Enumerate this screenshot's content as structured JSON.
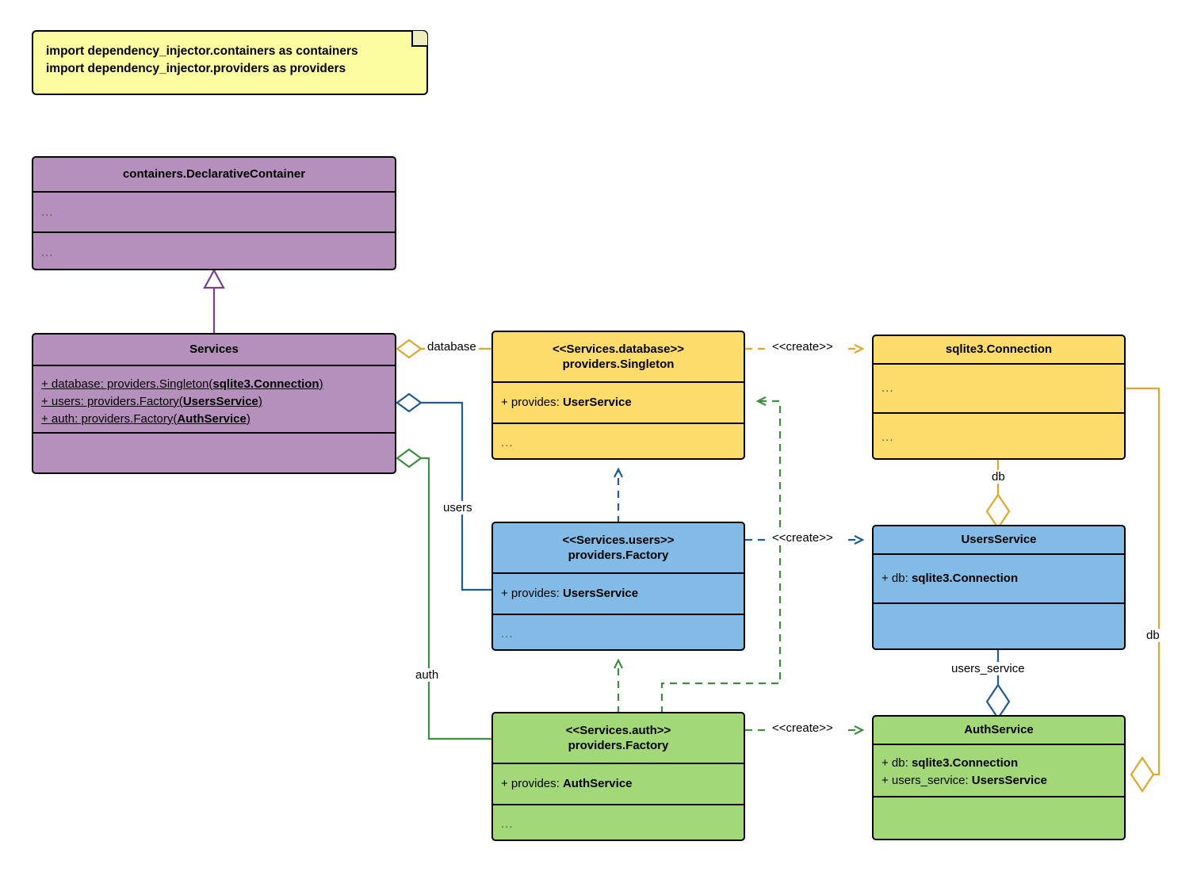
{
  "diagram": {
    "title": "dependency_injector containers UML class diagram",
    "type": "uml-class-diagram"
  },
  "note": {
    "line1": "import dependency_injector.containers as containers",
    "line2": "import dependency_injector.providers as providers"
  },
  "classes": {
    "declarative_container": {
      "name": "containers.DeclarativeContainer",
      "attributes": "...",
      "methods": "...",
      "color": "#B590BC"
    },
    "services": {
      "name": "Services",
      "attr1_prefix": "+ database: providers.Singleton(",
      "attr1_type": "sqlite3.Connection",
      "attr1_suffix": ")",
      "attr2_prefix": "+ users: providers.Factory(",
      "attr2_type": "UsersService",
      "attr2_suffix": ")",
      "attr3_prefix": "+ auth: providers.Factory(",
      "attr3_type": "AuthService",
      "attr3_suffix": ")",
      "methods": "",
      "color": "#B590BC"
    },
    "services_database": {
      "stereotype": "<<Services.database>>",
      "name": "providers.Singleton",
      "attr_prefix": "+ provides: ",
      "attr_type": "UserService",
      "methods": "...",
      "color": "#FDDC6C"
    },
    "sqlite3_connection": {
      "name": "sqlite3.Connection",
      "attributes": "...",
      "methods": "...",
      "color": "#FDDC6C"
    },
    "services_users": {
      "stereotype": "<<Services.users>>",
      "name": "providers.Factory",
      "attr_prefix": "+ provides: ",
      "attr_type": "UsersService",
      "methods": "...",
      "color": "#82BCE6"
    },
    "users_service": {
      "name": "UsersService",
      "attr1_prefix": "+ db: ",
      "attr1_type": "sqlite3.Connection",
      "methods": "",
      "color": "#82BCE6"
    },
    "services_auth": {
      "stereotype": "<<Services.auth>>",
      "name": "providers.Factory",
      "attr_prefix": "+ provides: ",
      "attr_type": "AuthService",
      "methods": "...",
      "color": "#A3D878"
    },
    "auth_service": {
      "name": "AuthService",
      "attr1_prefix": "+ db: ",
      "attr1_type": "sqlite3.Connection",
      "attr2_prefix": "+ users_service: ",
      "attr2_type": "UsersService",
      "methods": "",
      "color": "#A3D878"
    }
  },
  "edges": {
    "database_label": "database",
    "users_label": "users",
    "auth_label": "auth",
    "create_database": "<<create>>",
    "create_users": "<<create>>",
    "create_auth": "<<create>>",
    "db_users_service": "db",
    "db_auth_service": "db",
    "users_service_assoc": "users_service"
  },
  "colors": {
    "purple": "#B590BC",
    "yellow": "#FDDC6C",
    "blue": "#82BCE6",
    "green": "#A3D878",
    "gold_line": "#E0A829",
    "blue_line": "#1F5C99",
    "green_line": "#3E8E41",
    "purple_line": "#7B3F8F",
    "note_fill": "#FCFCA0",
    "outline": "#000000"
  }
}
